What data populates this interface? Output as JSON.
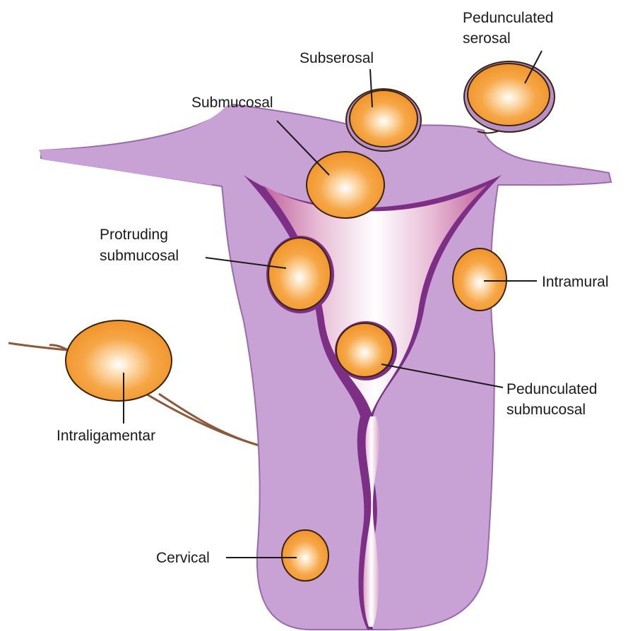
{
  "labels": {
    "pedunculated_serosal": [
      "Pedunculated",
      "serosal"
    ],
    "subserosal": "Subserosal",
    "submucosal": "Submucosal",
    "protruding_submucosal": [
      "Protruding",
      "submucosal"
    ],
    "intramural": "Intramural",
    "intraligamentar": "Intraligamentar",
    "pedunculated_submucosal": [
      "Pedunculated",
      "submucosal"
    ],
    "cervical": "Cervical"
  },
  "colors": {
    "uterus": "#c8a2d4",
    "uterus_outline": "#8a5a9a",
    "lining": "#7d2f86",
    "cavity_edge": "#c07aa6",
    "fibroid": "#f5a142",
    "fibroid_outline": "#3a2410",
    "ligament": "#8a5a3a"
  }
}
